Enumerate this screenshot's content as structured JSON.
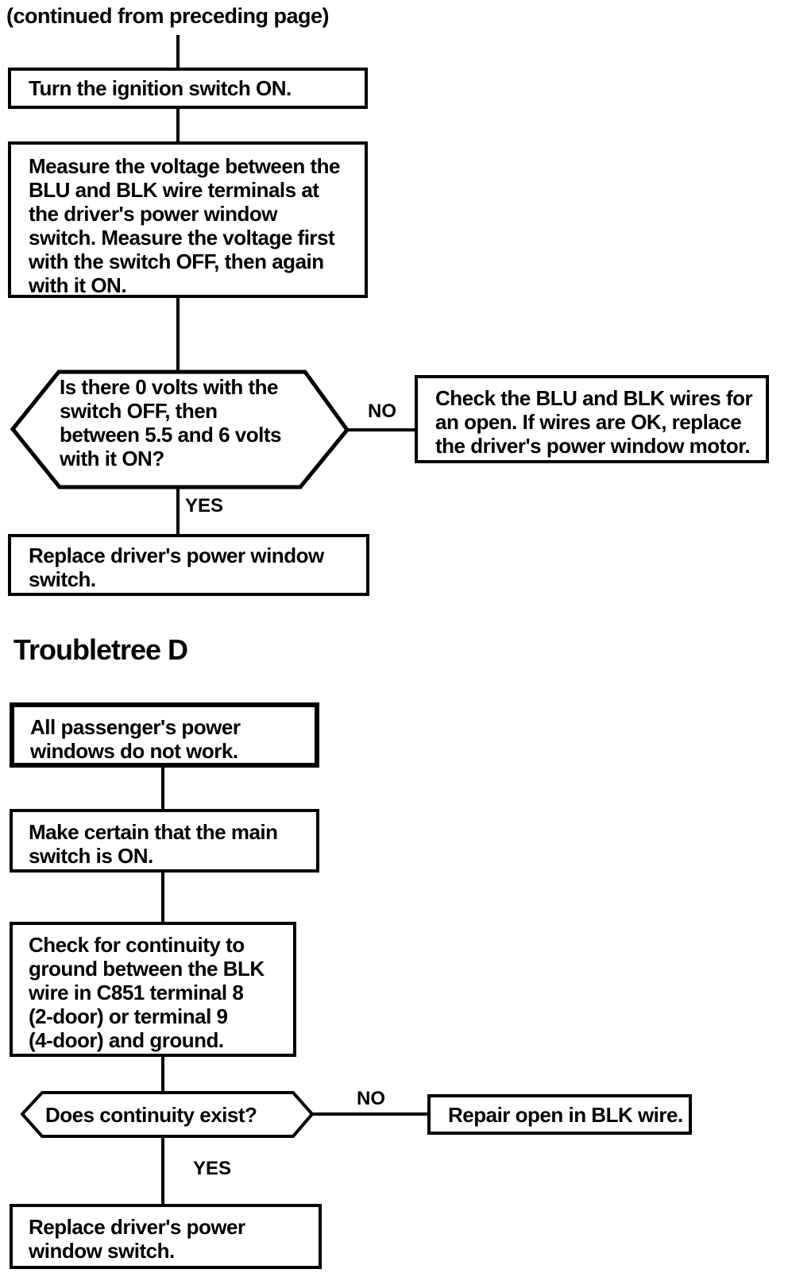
{
  "page": {
    "continued_note": "(continued from preceding page)",
    "section_heading": "Troubletree D"
  },
  "colors": {
    "line": "#000000",
    "background": "#ffffff"
  },
  "troubletree_c": {
    "step_ignition": "Turn the ignition switch  ON.",
    "step_measure_voltage": "Measure the voltage between the\nBLU and BLK wire terminals at\nthe driver's power window\nswitch. Measure the voltage first\nwith the switch OFF, then again\nwith it ON.",
    "decision_voltage": "Is there 0 volts with the\nswitch OFF, then\nbetween 5.5 and 6 volts\nwith it ON?",
    "no_label": "NO",
    "yes_label": "YES",
    "no_action": "Check the BLU and BLK wires for\nan open. If wires are OK, replace\nthe driver's power window motor.",
    "yes_action": "Replace driver's power window\nswitch."
  },
  "troubletree_d": {
    "problem": "All passenger's power\nwindows do not work.",
    "step_main_switch": "Make certain that the main\nswitch is ON.",
    "step_continuity": "Check for continuity to\nground between the BLK\nwire in C851 terminal 8\n(2-door) or terminal 9\n(4-door) and ground.",
    "decision_continuity": "Does continuity exist?",
    "no_label": "NO",
    "yes_label": "YES",
    "no_action": "Repair open in BLK wire.",
    "yes_action": "Replace driver's power\nwindow switch."
  }
}
